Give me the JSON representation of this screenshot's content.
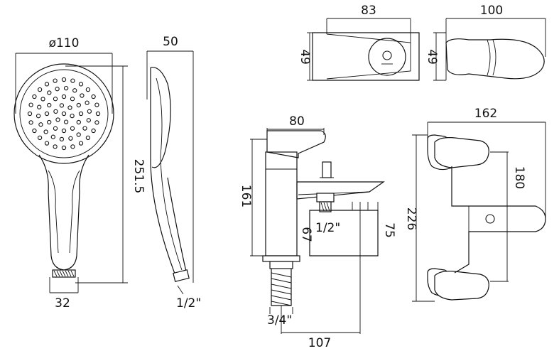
{
  "drawing": {
    "line_color": "#111111",
    "background": "#ffffff",
    "views": {
      "hand_shower_front": {
        "dims": {
          "diameter": "ø110",
          "length": "251.5",
          "hose_width": "32"
        }
      },
      "hand_shower_side": {
        "dims": {
          "depth": "50",
          "thread": "1/2\""
        }
      },
      "holder_front": {
        "dims": {
          "width": "83",
          "height": "49"
        }
      },
      "holder_side": {
        "dims": {
          "width": "100",
          "height": "49"
        }
      },
      "mixer_side": {
        "dims": {
          "spout": "80",
          "height": "161",
          "deck_left": "67",
          "deck_right": "75",
          "outlet_thread": "1/2\"",
          "inlet_thread": "3/4\"",
          "centres_offset": "107"
        }
      },
      "mixer_top": {
        "dims": {
          "width": "162",
          "centres": "180",
          "length": "226"
        }
      }
    }
  }
}
